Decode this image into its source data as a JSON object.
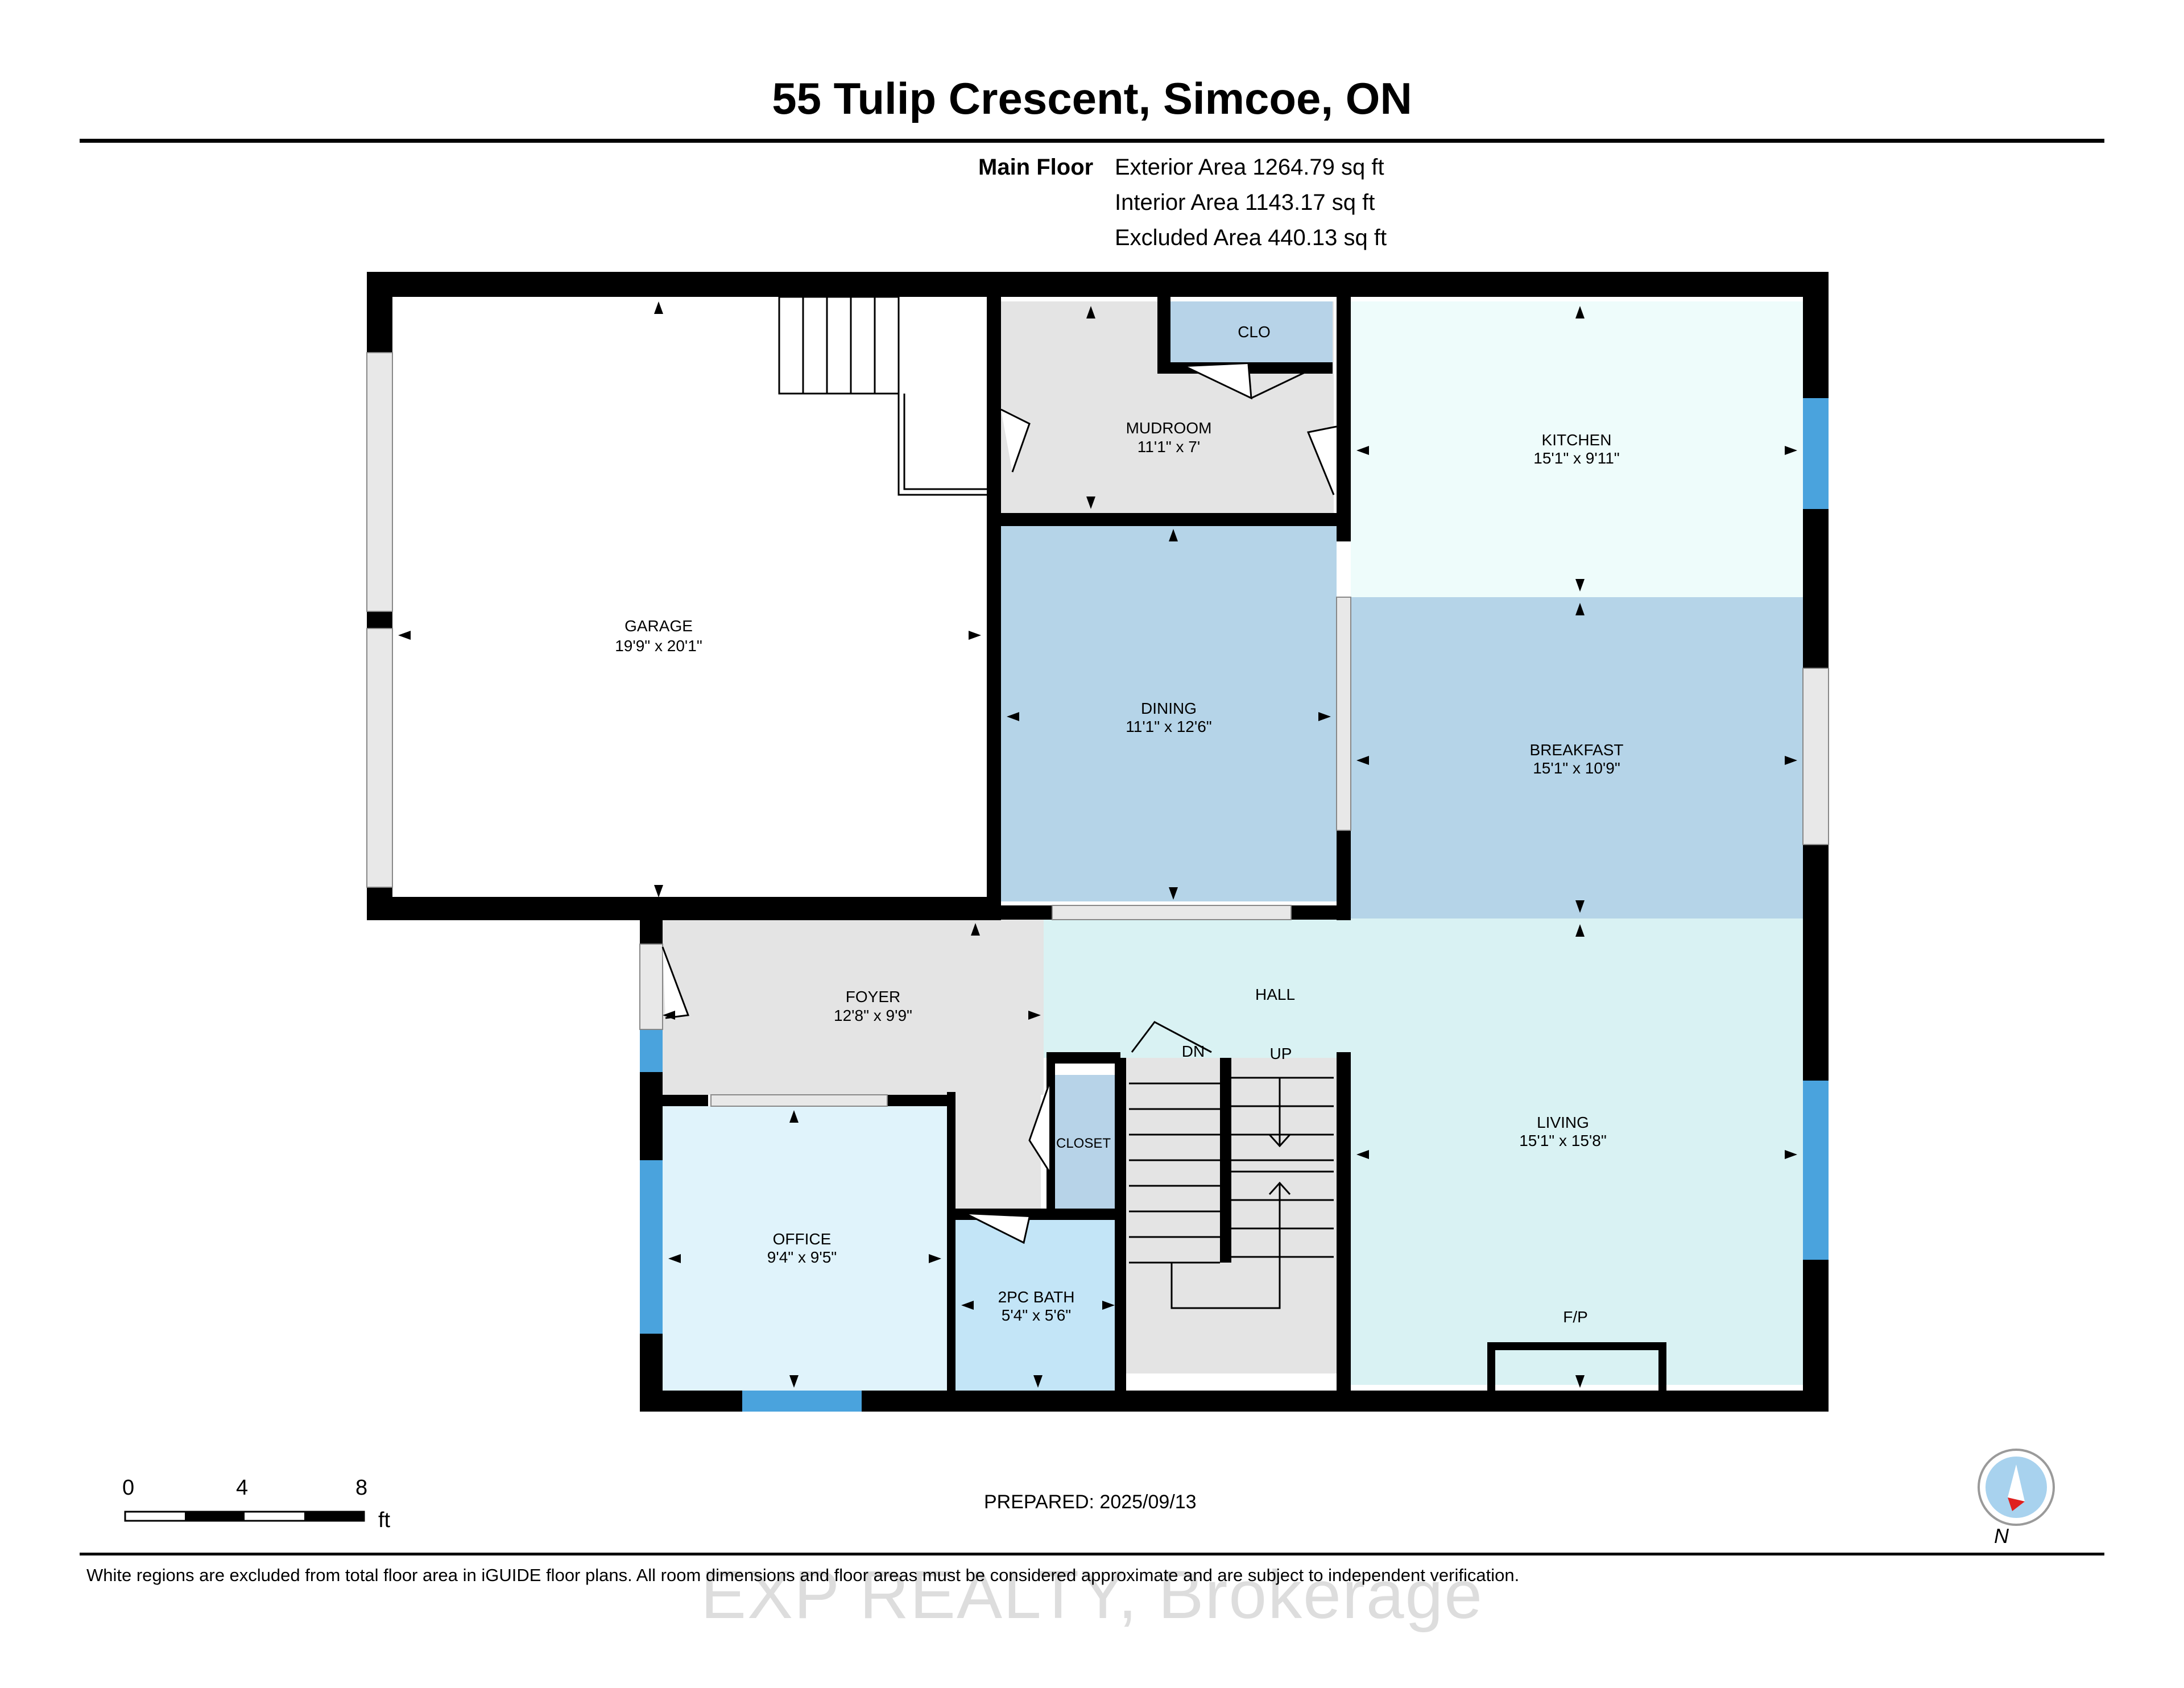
{
  "title": "55 Tulip Crescent, Simcoe, ON",
  "floor": {
    "name": "Main Floor",
    "areas": [
      "Exterior Area 1264.79 sq ft",
      "Interior Area 1143.17 sq ft",
      "Excluded Area 440.13 sq ft"
    ]
  },
  "rooms": {
    "garage": {
      "name": "GARAGE",
      "dims": "19'9\" x 20'1\""
    },
    "mudroom": {
      "name": "MUDROOM",
      "dims": "11'1\" x 7'"
    },
    "clo": {
      "name": "CLO"
    },
    "kitchen": {
      "name": "KITCHEN",
      "dims": "15'1\" x 9'11\""
    },
    "dining": {
      "name": "DINING",
      "dims": "11'1\" x 12'6\""
    },
    "breakfast": {
      "name": "BREAKFAST",
      "dims": "15'1\" x 10'9\""
    },
    "foyer": {
      "name": "FOYER",
      "dims": "12'8\" x 9'9\""
    },
    "hall": {
      "name": "HALL"
    },
    "stairs_dn": "DN",
    "stairs_up": "UP",
    "closet": {
      "name": "CLOSET"
    },
    "living": {
      "name": "LIVING",
      "dims": "15'1\" x 15'8\""
    },
    "office": {
      "name": "OFFICE",
      "dims": "9'4\" x 9'5\""
    },
    "bath": {
      "name": "2PC BATH",
      "dims": "5'4\" x 5'6\""
    },
    "fireplace": "F/P"
  },
  "scale": {
    "ticks": [
      "0",
      "4",
      "8"
    ],
    "unit": "ft"
  },
  "prepared": "PREPARED: 2025/09/13",
  "compass_label": "N",
  "footnote": "White regions are excluded from total floor area in iGUIDE floor plans. All room dimensions and floor areas must be considered approximate and are subject to independent verification.",
  "watermark": "EXP REALTY, Brokerage",
  "colors": {
    "wall": "#000000",
    "kitchen": "#eefcfb",
    "living_hall": "#d9f2f3",
    "dining_breakfast": "#b5d4e8",
    "office": "#e0f3fb",
    "bath": "#c3e5f7",
    "closet": "#b7d3e8",
    "neutral": "#e4e4e4",
    "window": "#4aa3dd"
  }
}
